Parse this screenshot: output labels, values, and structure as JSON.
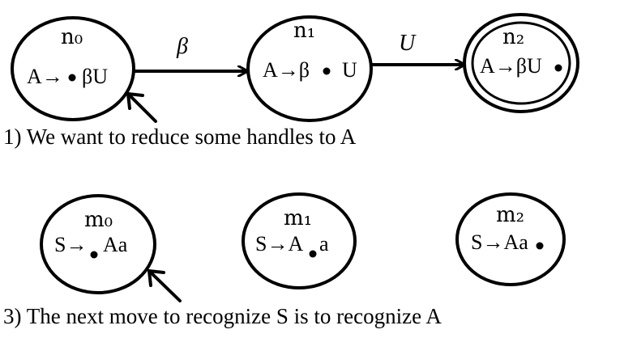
{
  "diagram1": {
    "states": [
      {
        "name": "n₀",
        "item_pre": "A→",
        "item_post": "βU",
        "accepting": false
      },
      {
        "name": "n₁",
        "item_pre": "A→β",
        "item_post": "U",
        "accepting": false
      },
      {
        "name": "n₂",
        "item_pre": "A→βU",
        "item_post": "",
        "accepting": true
      }
    ],
    "transitions": [
      {
        "from": "n₀",
        "to": "n₁",
        "label": "β"
      },
      {
        "from": "n₁",
        "to": "n₂",
        "label": "U"
      }
    ],
    "caption": "1) We want to reduce some handles to A"
  },
  "diagram2": {
    "states": [
      {
        "name": "m₀",
        "item_pre": "S→",
        "item_post": "Aa"
      },
      {
        "name": "m₁",
        "item_pre": "S→A",
        "item_post": "a"
      },
      {
        "name": "m₂",
        "item_pre": "S→Aa",
        "item_post": ""
      }
    ],
    "caption": "3) The next move to recognize S is to recognize A"
  }
}
